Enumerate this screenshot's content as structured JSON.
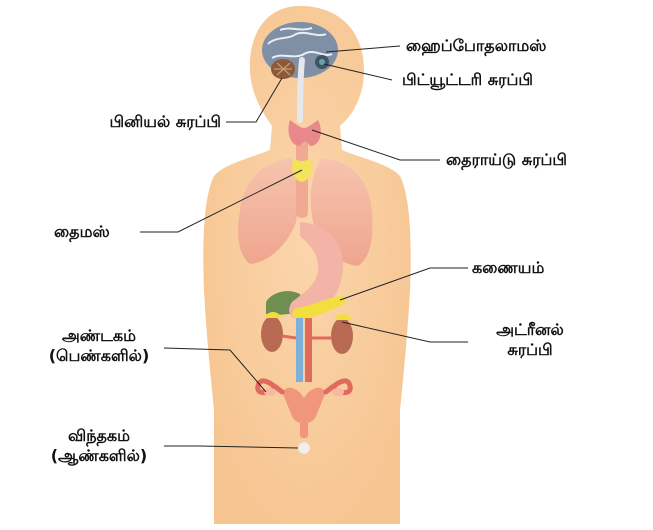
{
  "labels": {
    "hypothalamus": "ஹைப்போதலாமஸ்",
    "pituitary": "பிட்யூட்டரி சுரப்பி",
    "pineal": "பினியல் சுரப்பி",
    "thyroid": "தைராய்டு சுரப்பி",
    "thymus": "தைமஸ்",
    "pancreas": "கணையம்",
    "adrenal_line1": "அட்ரீனல்",
    "adrenal_line2": "சுரப்பி",
    "ovary_line1": "அண்டகம்",
    "ovary_line2": "(பெண்களில்)",
    "testis_line1": "விந்தகம்",
    "testis_line2": "(ஆண்களில்)"
  },
  "colors": {
    "skin": "#F9CFA0",
    "lungs": "#F4B8A2",
    "brain": "#7E8FA6",
    "thyroid": "#E8888A",
    "thymus": "#F2E35A",
    "pancreas": "#F2DF3E",
    "stomach": "#F3B3A6",
    "kidney": "#B96A52",
    "liver": "#6E8E52",
    "uterus": "#F0967D"
  }
}
